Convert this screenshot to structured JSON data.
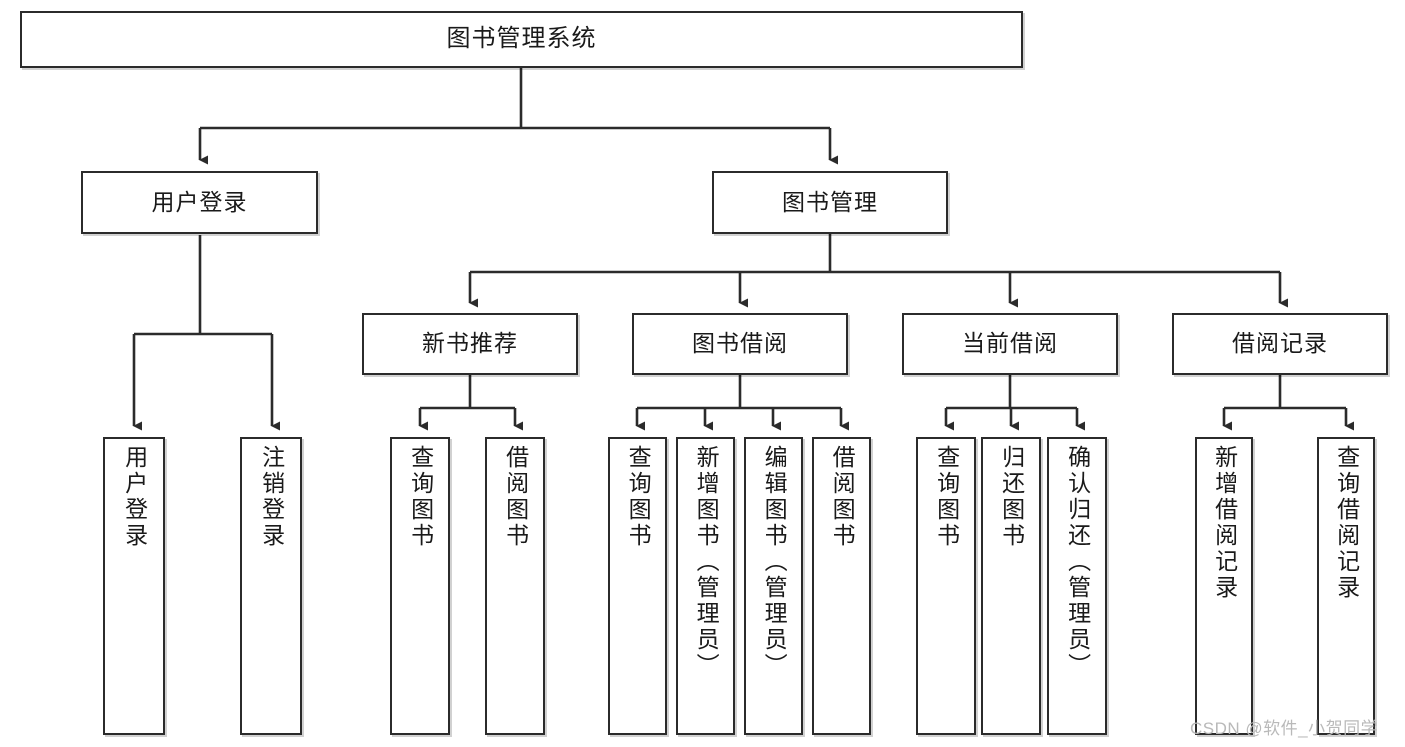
{
  "diagram": {
    "title": "图书管理系统",
    "type": "hierarchy-tree",
    "watermark": "CSDN @软件_小贺同学",
    "colors": {
      "box_border": "#2b2b2b",
      "box_fill": "#ffffff",
      "edge": "#2b2b2b",
      "watermark": "#b9b9b9",
      "background": "#ffffff"
    },
    "nodes": {
      "root": {
        "label": "图书管理系统"
      },
      "level1": [
        {
          "id": "user-login",
          "label": "用户登录"
        },
        {
          "id": "book-manage",
          "label": "图书管理"
        }
      ],
      "level2": [
        {
          "id": "new-book-recommend",
          "label": "新书推荐"
        },
        {
          "id": "book-borrow",
          "label": "图书借阅"
        },
        {
          "id": "current-borrow",
          "label": "当前借阅"
        },
        {
          "id": "borrow-record",
          "label": "借阅记录"
        }
      ],
      "leaves": {
        "user_login": [
          {
            "id": "leaf-user-login",
            "label": "用户登录"
          },
          {
            "id": "leaf-logout-login",
            "label": "注销登录"
          }
        ],
        "new_book_recommend": [
          {
            "id": "leaf-query-book-1",
            "label": "查询图书"
          },
          {
            "id": "leaf-borrow-book-1",
            "label": "借阅图书"
          }
        ],
        "book_borrow": [
          {
            "id": "leaf-query-book-2",
            "label": "查询图书"
          },
          {
            "id": "leaf-add-book",
            "label": "新增图书（管理员）"
          },
          {
            "id": "leaf-edit-book",
            "label": "编辑图书（管理员）"
          },
          {
            "id": "leaf-borrow-book-2",
            "label": "借阅图书"
          }
        ],
        "current_borrow": [
          {
            "id": "leaf-query-book-3",
            "label": "查询图书"
          },
          {
            "id": "leaf-return-book",
            "label": "归还图书"
          },
          {
            "id": "leaf-confirm-return",
            "label": "确认归还（管理员）"
          }
        ],
        "borrow_record": [
          {
            "id": "leaf-add-borrow-record",
            "label": "新增借阅记录"
          },
          {
            "id": "leaf-query-borrow-record",
            "label": "查询借阅记录"
          }
        ]
      }
    }
  }
}
